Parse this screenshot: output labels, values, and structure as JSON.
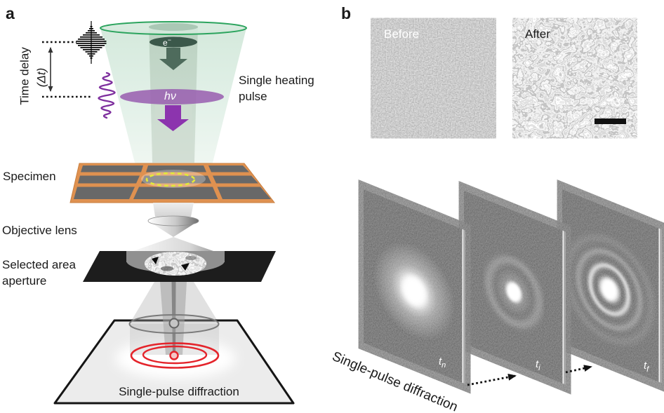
{
  "panel_a": {
    "label": "a",
    "time_delay_label": "Time delay",
    "dt_label": "(Δt)",
    "electron_label": {
      "base": "e",
      "sup": "−"
    },
    "photon_label": "hν",
    "heating_pulse_label": "Single heating pulse",
    "specimen_label": "Specimen",
    "objective_lens_label": "Objective lens",
    "aperture_label": "Selected area aperture",
    "diffraction_label": "Single-pulse diffraction"
  },
  "panel_b": {
    "label": "b",
    "before_label": "Before",
    "after_label": "After",
    "diffraction_label": "Single-pulse diffraction",
    "frames": [
      {
        "base": "t",
        "sub": "n"
      },
      {
        "base": "t",
        "sub": "i"
      },
      {
        "base": "t",
        "sub": "f"
      }
    ]
  },
  "colors": {
    "beam_green": "#2ca45e",
    "electron_dark_teal": "#3b584a",
    "pulse_purple": "#8c34ae",
    "grid_orange": "#df9150",
    "marker_yellow": "#e3ea38",
    "ring_red": "#e4242b"
  }
}
